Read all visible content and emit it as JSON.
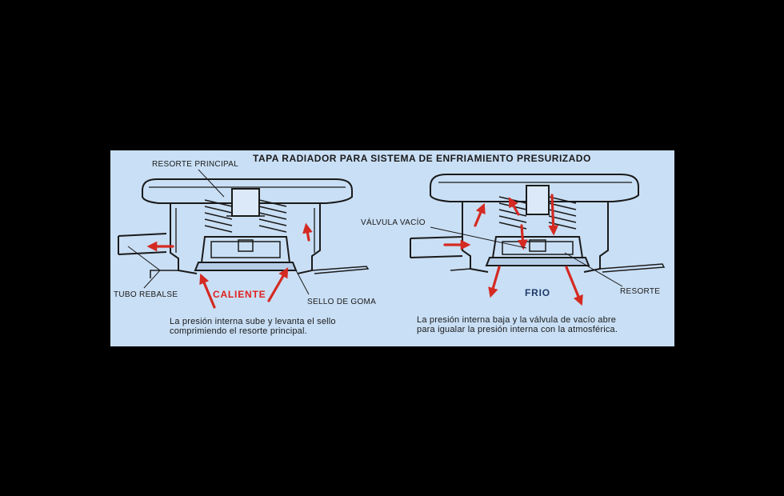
{
  "title": "TAPA RADIADOR PARA SISTEMA DE ENFRIAMIENTO PRESURIZADO",
  "left": {
    "label_spring": "RESORTE PRINCIPAL",
    "label_overflow": "TUBO REBALSE",
    "label_seal": "SELLO DE GOMA",
    "state": "CALIENTE",
    "caption_line1": "La presión interna sube y levanta el sello",
    "caption_line2": "comprimiendo el resorte principal."
  },
  "right": {
    "label_valve": "VÁLVULA VACÍO",
    "label_spring": "RESORTE",
    "state": "FRIO",
    "caption_line1": "La presión interna baja y la válvula de vacío abre",
    "caption_line2": "para igualar la presión interna con la atmosférica."
  },
  "colors": {
    "background": "#000000",
    "panel": "#c9dff5",
    "arrow": "#d42a22",
    "hot_text": "#e0201c",
    "cold_text": "#1f3a6b",
    "line": "#1a1a1a"
  }
}
